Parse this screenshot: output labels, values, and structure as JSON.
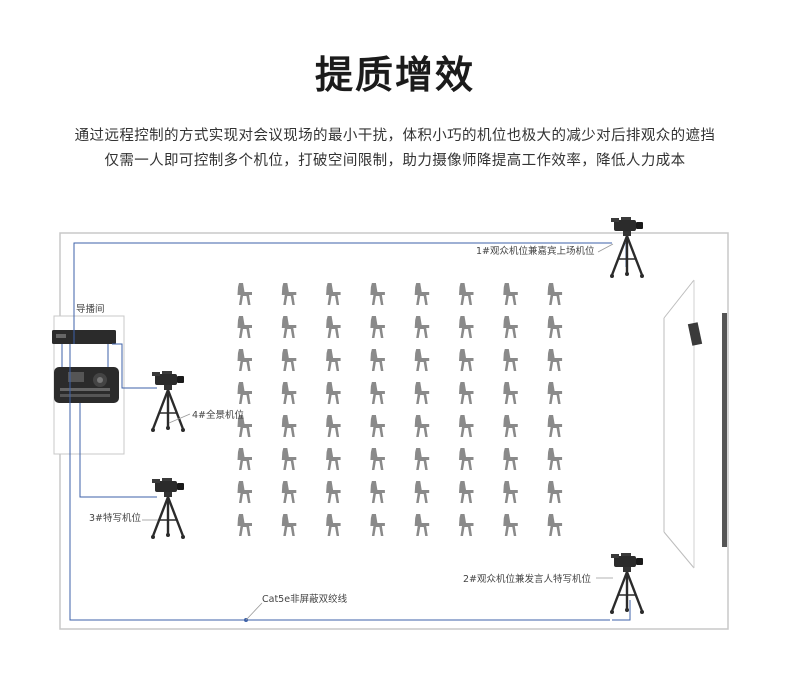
{
  "title": "提质增效",
  "description": {
    "line1": "通过远程控制的方式实现对会议现场的最小干扰，体积小巧的机位也极大的减少对后排观众的遮挡",
    "line2": "仅需一人即可控制多个机位，打破空间限制，助力摄像师降提高工作效率，降低人力成本"
  },
  "labels": {
    "control_room": "导播间",
    "camera1": "1#观众机位兼嘉宾上场机位",
    "camera2": "2#观众机位兼发言人特写机位",
    "camera3": "3#特写机位",
    "camera4": "4#全景机位",
    "cable": "Cat5e非屏蔽双绞线"
  },
  "seating": {
    "rows": 8,
    "columns": 8
  },
  "colors": {
    "cable": "#3e62a8",
    "room_outline": "#c8c8c8",
    "chair": "#8a8a8a",
    "equipment": "#2b2b2b",
    "screen": "#555555"
  }
}
